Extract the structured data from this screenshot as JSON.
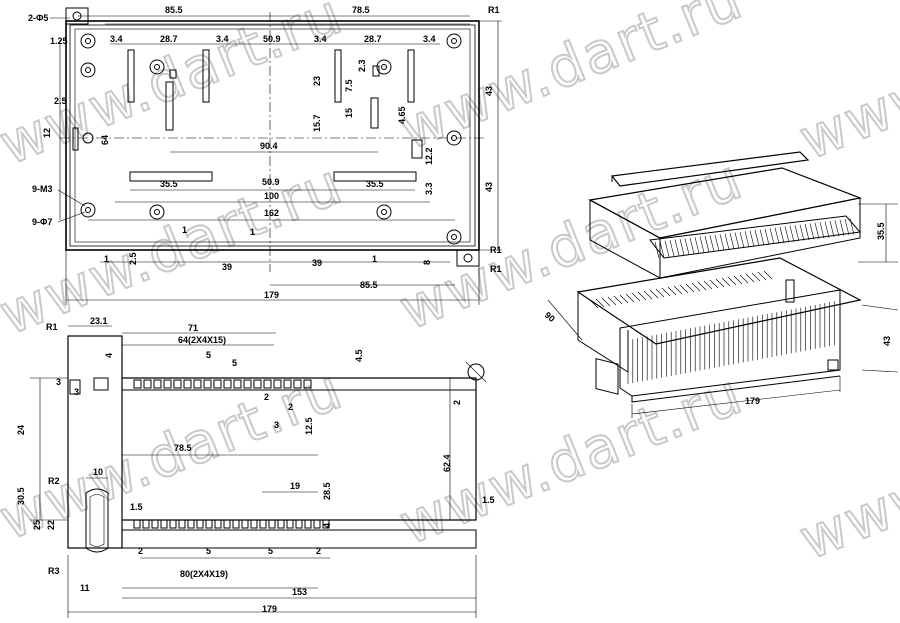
{
  "watermark": "www.dart.ru",
  "top_view": {
    "hole_spec": "2-Φ5",
    "radius_top": "R1",
    "radius_right_1": "R1",
    "radius_right_2": "R1",
    "top_85_5": "85.5",
    "top_78_5": "78.5",
    "d_1_25": "1.25",
    "d_3_4_a": "3.4",
    "d_28_7_a": "28.7",
    "d_3_4_b": "3.4",
    "d_50_9_top": "50.9",
    "d_3_4_c": "3.4",
    "d_28_7_b": "28.7",
    "d_3_4_d": "3.4",
    "d_2_5": "2.5",
    "d_12": "12",
    "d_64": "64",
    "d_23": "23",
    "d_7_5": "7.5",
    "d_2_3": "2.3",
    "d_15_7": "15.7",
    "d_15": "15",
    "d_4_65": "4.65",
    "d_90_4": "90.4",
    "d_12_2": "12.2",
    "d_43_a": "43",
    "d_43_b": "43",
    "d_35_5_a": "35.5",
    "d_50_9_mid": "50.9",
    "d_35_5_b": "35.5",
    "d_3_3": "3.3",
    "d_100": "100",
    "d_162": "162",
    "m3_spec": "9-M3",
    "hole7_spec": "9-Φ7",
    "d_1_a": "1",
    "d_1_b": "1",
    "d_1_c": "1",
    "d_1_d": "1",
    "d_2_5_b": "2.5",
    "d_39_a": "39",
    "d_39_b": "39",
    "d_8": "8",
    "d_85_5_bot": "85.5",
    "d_179": "179"
  },
  "front_view": {
    "r1": "R1",
    "d_23_1": "23.1",
    "d_71": "71",
    "d_64_pins": "64(2X4X15)",
    "d_4_a": "4",
    "d_5_a": "5",
    "d_5_b": "5",
    "d_4_5": "4.5",
    "d_3_a": "3",
    "d_3_b": "3",
    "d_2_a": "2",
    "d_2_b": "2",
    "d_2_c": "2",
    "d_3_c": "3",
    "d_12_5": "12.5",
    "d_24": "24",
    "d_78_5": "78.5",
    "d_62_4": "62.4",
    "d_10": "10",
    "d_19": "19",
    "d_28_5": "28.5",
    "r2": "R2",
    "d_30_5": "30.5",
    "d_1_5_a": "1.5",
    "d_1_5_b": "1.5",
    "d_25": "25",
    "d_22": "22",
    "d_4_b": "4",
    "r3": "R3",
    "d_2_d": "2",
    "d_5_c": "5",
    "d_5_d": "5",
    "d_2_e": "2",
    "d_80_pins": "80(2X4X19)",
    "d_11": "11",
    "d_153": "153",
    "d_179": "179"
  },
  "iso_view": {
    "d_35_5": "35.5",
    "d_90": "90",
    "d_43": "43",
    "d_179": "179"
  }
}
